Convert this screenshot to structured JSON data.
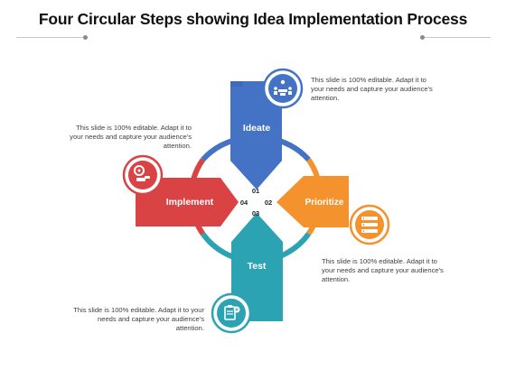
{
  "title": "Four Circular Steps showing Idea Implementation Process",
  "colors": {
    "ideate": "#4472c4",
    "prioritize": "#f4922e",
    "test": "#2ba3b3",
    "implement": "#d94343",
    "ring_blue": "#4472c4",
    "ring_orange": "#f4922e",
    "ring_teal": "#2ba3b3",
    "ring_red": "#d94343"
  },
  "steps": [
    {
      "key": "ideate",
      "label": "Ideate",
      "number": "01",
      "icon": "team-meeting-icon"
    },
    {
      "key": "prioritize",
      "label": "Prioritize",
      "number": "02",
      "icon": "server-list-icon"
    },
    {
      "key": "test",
      "label": "Test",
      "number": "03",
      "icon": "clipboard-check-icon"
    },
    {
      "key": "implement",
      "label": "Implement",
      "number": "04",
      "icon": "gear-hand-icon"
    }
  ],
  "descriptions": {
    "ideate": "This slide is 100% editable. Adapt it to your needs and capture your audience's attention.",
    "implement": "This slide is 100% editable. Adapt it to your needs and capture your audience's attention.",
    "prioritize": "This slide is 100% editable. Adapt it to your needs and capture your audience's attention.",
    "test": "This slide is 100% editable. Adapt it to your needs and capture your audience's attention."
  }
}
